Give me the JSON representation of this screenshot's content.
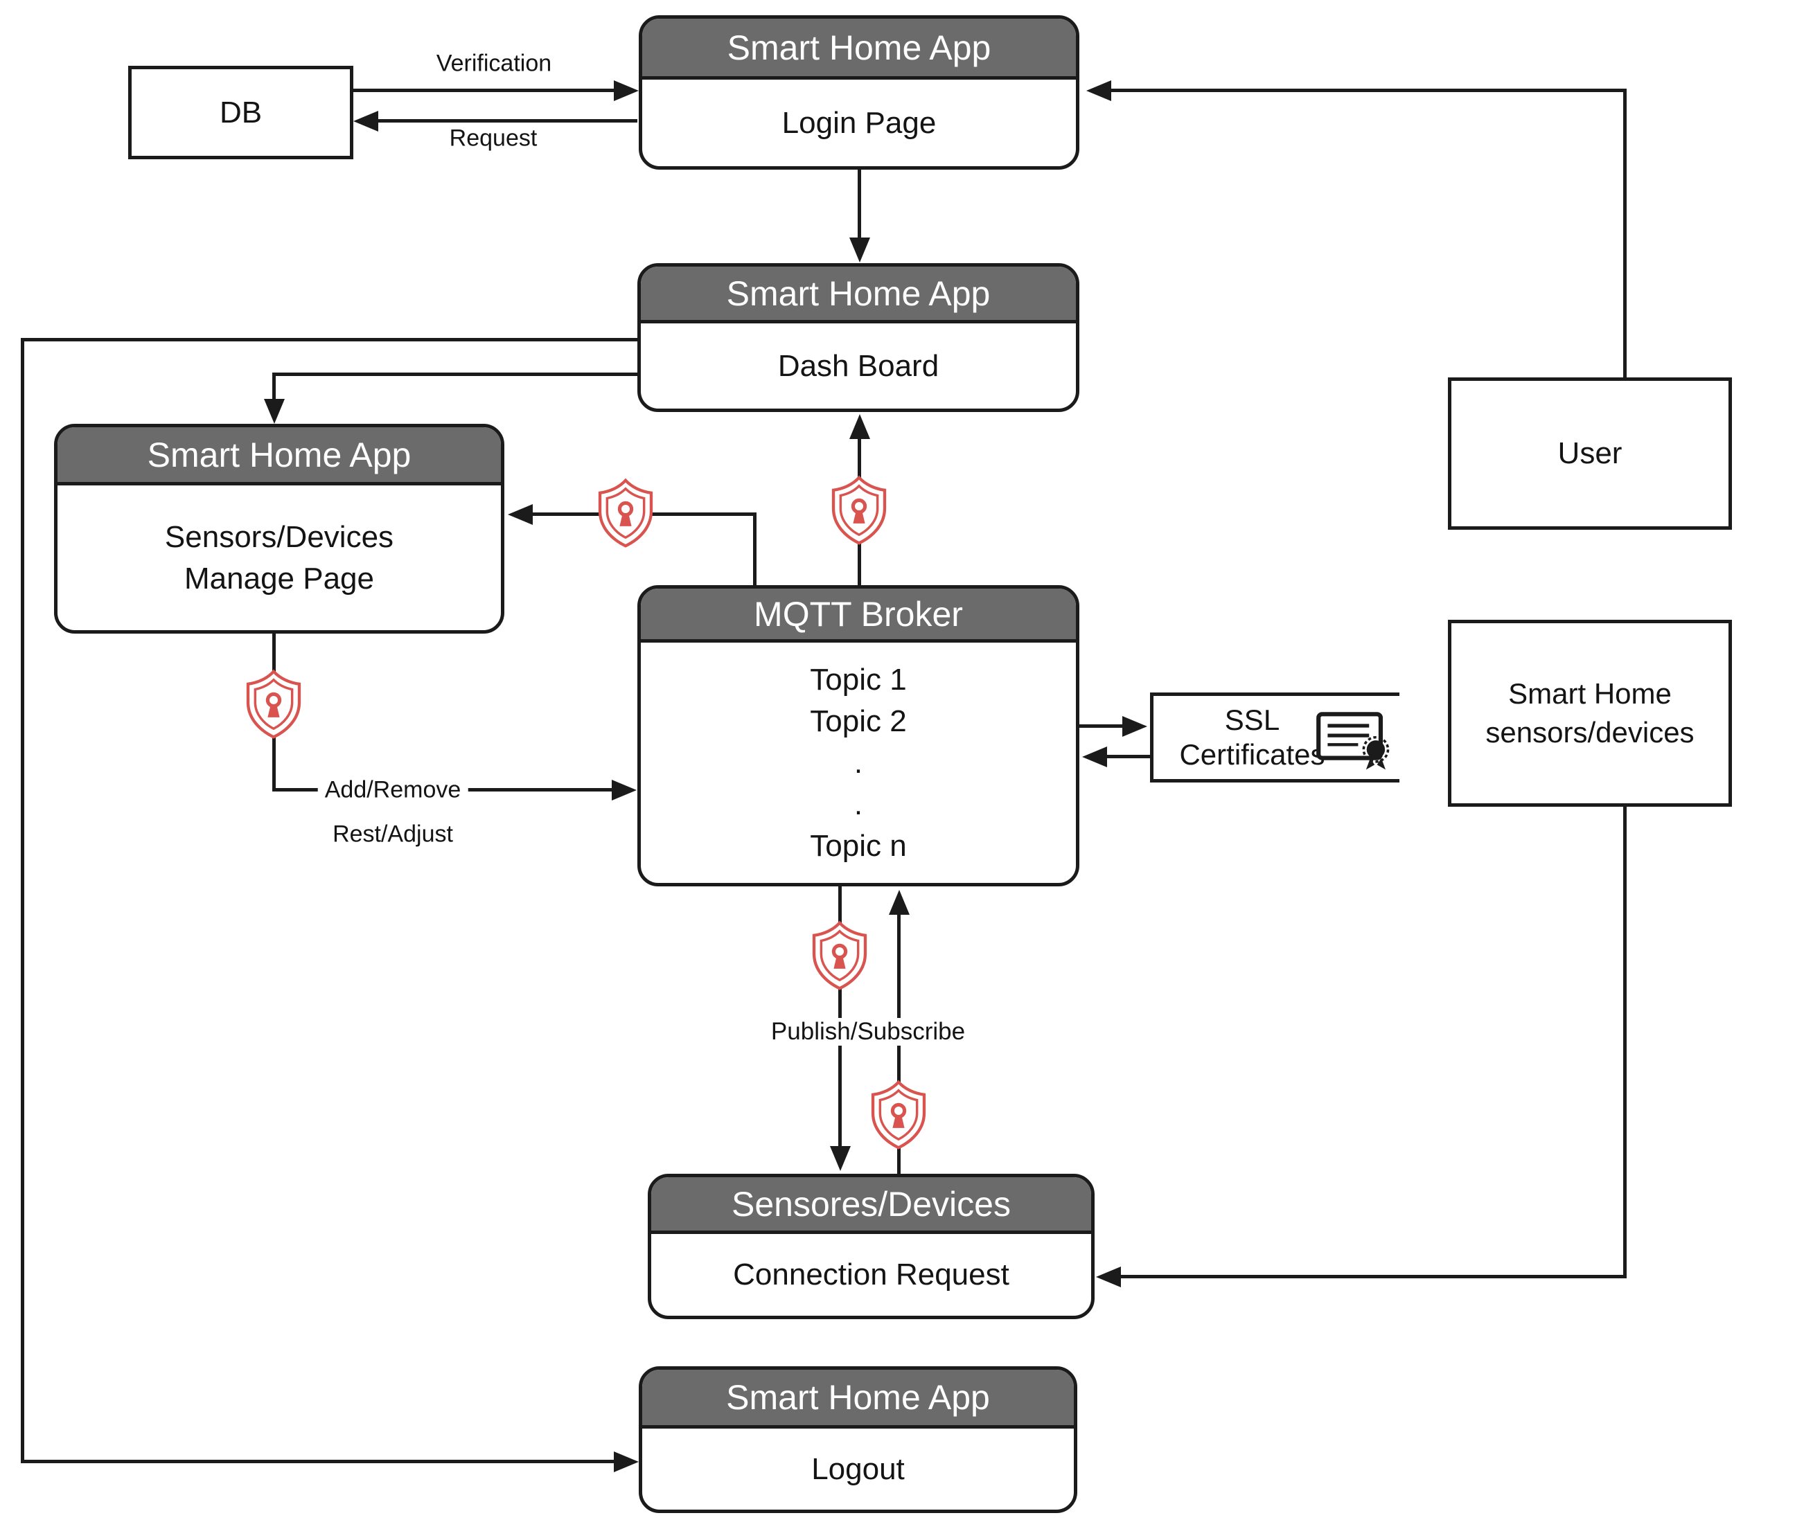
{
  "nodes": {
    "db": {
      "label": "DB"
    },
    "login": {
      "header": "Smart Home App",
      "body": "Login Page"
    },
    "dashboard": {
      "header": "Smart Home App",
      "body": "Dash Board"
    },
    "manage": {
      "header": "Smart Home App",
      "body_line1": "Sensors/Devices",
      "body_line2": "Manage Page"
    },
    "mqtt": {
      "header": "MQTT Broker",
      "topics": [
        "Topic 1",
        "Topic 2",
        ".",
        ".",
        "Topic n"
      ]
    },
    "ssl": {
      "line1": "SSL",
      "line2": "Certificates"
    },
    "user": {
      "label": "User"
    },
    "smart_home_sensors": {
      "line1": "Smart Home",
      "line2": "sensors/devices"
    },
    "sensores": {
      "header": "Sensores/Devices",
      "body": "Connection Request"
    },
    "logout": {
      "header": "Smart Home App",
      "body": "Logout"
    }
  },
  "edge_labels": {
    "verification": "Verification",
    "request": "Request",
    "add_remove": "Add/Remove",
    "rest_adjust": "Rest/Adjust",
    "publish_subscribe": "Publish/Subscribe"
  },
  "icons": {
    "shield": "shield-lock-icon",
    "certificate": "certificate-icon"
  },
  "colors": {
    "header_bg": "#6b6b6b",
    "header_text": "#ffffff",
    "line": "#1b1b1b",
    "shield_red": "#d9534f",
    "background": "#ffffff"
  }
}
